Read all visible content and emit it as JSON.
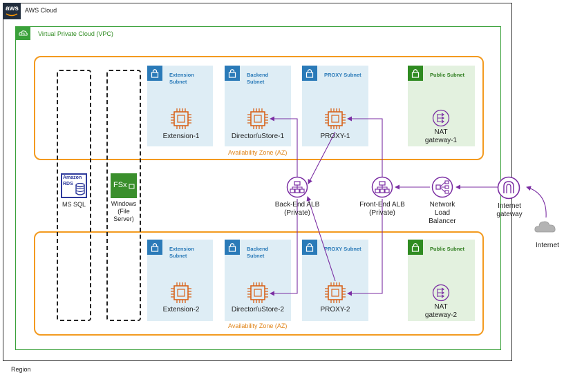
{
  "cloud": {
    "badge": "aws",
    "title": "AWS Cloud"
  },
  "region": {
    "label": "Region"
  },
  "vpc": {
    "title": "Virtual Private Cloud (VPC)"
  },
  "az": {
    "label": "Availability Zone (AZ)"
  },
  "subnets": {
    "extension": "Extension Subnet",
    "backend": "Backend Subnet",
    "proxy": "PROXY Subnet",
    "public": "Public Subnet"
  },
  "instances": {
    "extension1": "Extension-1",
    "director1": "Director/uStore-1",
    "proxy1": "PROXY-1",
    "extension2": "Extension-2",
    "director2": "Director/uStore-2",
    "proxy2": "PROXY-2"
  },
  "nat": {
    "one": "NAT gateway-1",
    "two": "NAT gateway-2"
  },
  "rds": {
    "icon_line1": "Amazon",
    "icon_line2": "RDS",
    "label": "MS SQL"
  },
  "fsx": {
    "icon_text": "FSx",
    "label": "Windows (File Server)"
  },
  "lb": {
    "backend": "Back-End ALB (Private)",
    "frontend": "Front-End ALB (Private)",
    "nlb": "Network Load Balancer"
  },
  "igw": {
    "label": "Internet gateway"
  },
  "internet": {
    "label": "Internet"
  },
  "colors": {
    "az_border": "#f39a1f",
    "vpc_border": "#3aa13a",
    "subnet_fill": "#deedf5",
    "subnet_icon": "#2a7ab8",
    "public_fill": "#e3f1df",
    "public_icon": "#2f8b21",
    "ec2": "#d8631b",
    "network": "#7b2ea3",
    "rds_blue": "#2e3a9c"
  }
}
